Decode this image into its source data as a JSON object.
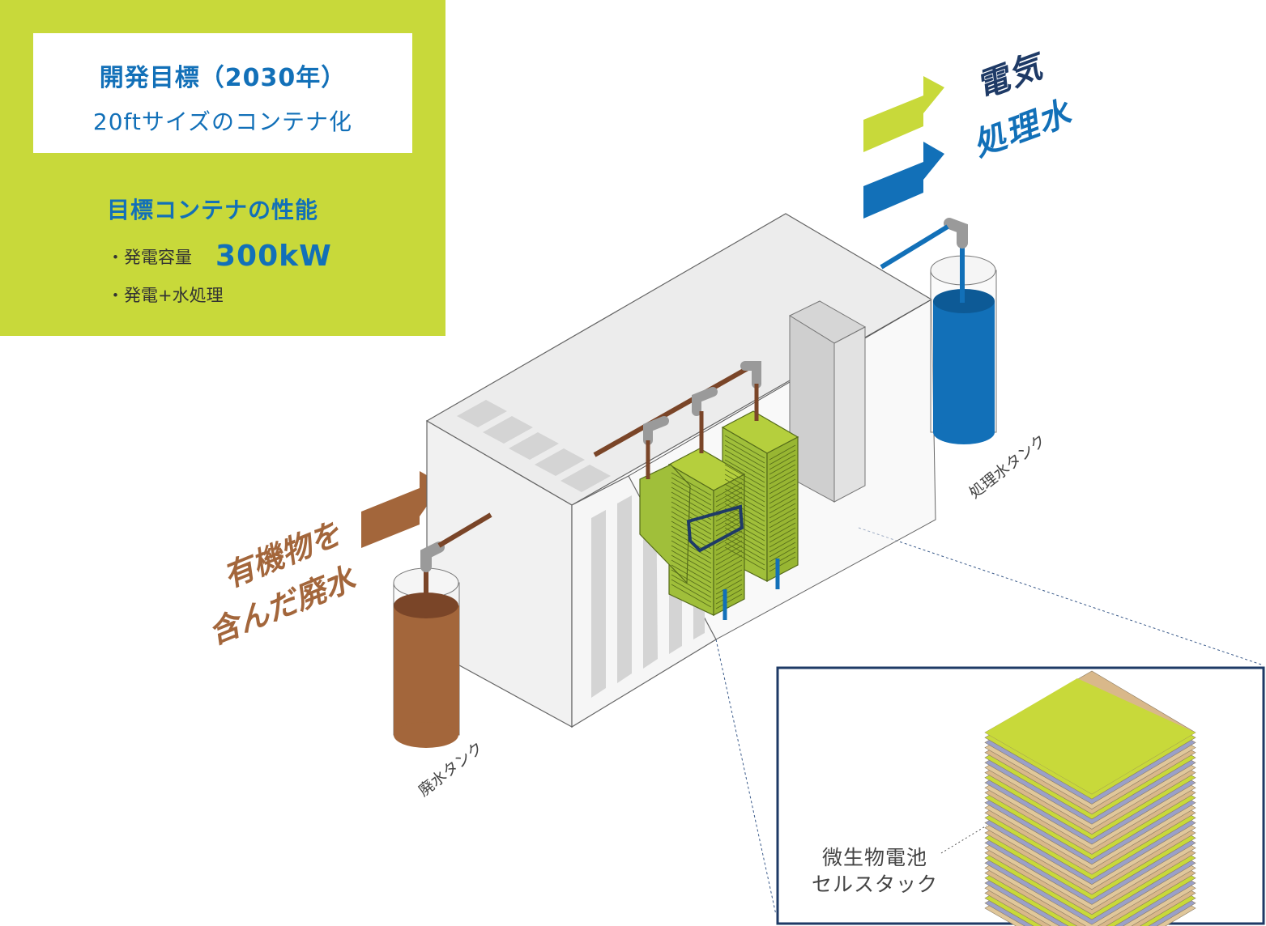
{
  "goal": {
    "title": "開発目標（2030年）",
    "subtitle": "20ftサイズのコンテナ化",
    "performance_title": "目標コンテナの性能",
    "item_1_label": "・発電容量",
    "item_1_value": "300kW",
    "item_2_label": "・発電+水処理"
  },
  "outputs": {
    "electricity": "電気",
    "treated_water": "処理水"
  },
  "input": {
    "line_1": "有機物を",
    "line_2": "含んだ廃水"
  },
  "tanks": {
    "waste_water": "廃水タンク",
    "treated_water": "処理水タンク"
  },
  "inset": {
    "line_1": "微生物電池",
    "line_2": "セルスタック"
  },
  "colors": {
    "lime": "#c8d93a",
    "blue": "#1270b8",
    "navy": "#1e3a66",
    "brown": "#a3663b",
    "stack_green": "#a0bf3a",
    "container_gray": "#ececec"
  }
}
